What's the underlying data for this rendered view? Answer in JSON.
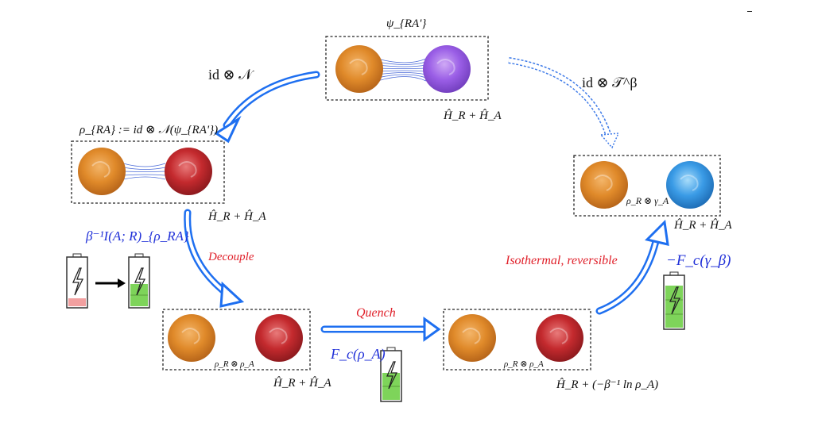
{
  "states": {
    "top": {
      "label": "ψ_{RA'}",
      "hamiltonian": "Ĥ_R + Ĥ_A"
    },
    "left": {
      "label": "ρ_{RA} := id ⊗ 𝒩(ψ_{RA'})",
      "hamiltonian": "Ĥ_R + Ĥ_A"
    },
    "bottom_left": {
      "inner_label": "ρ_R ⊗ ρ_A",
      "hamiltonian": "Ĥ_R + Ĥ_A"
    },
    "bottom_right": {
      "inner_label": "ρ_R ⊗ ρ_A",
      "hamiltonian": "Ĥ_R + (−β⁻¹ ln ρ_A)"
    },
    "right": {
      "inner_label": "ρ_R ⊗ γ_A",
      "hamiltonian": "Ĥ_R + Ĥ_A"
    }
  },
  "arrows": {
    "top_left": "id ⊗ 𝒩",
    "top_right": "id ⊗ 𝒯^β",
    "decouple": "Decouple",
    "quench": "Quench",
    "isothermal": "Isothermal, reversible"
  },
  "work": {
    "mutual_info": "β⁻¹I(A; R)_{ρ_RA}",
    "quench_free_energy": "F_c(ρ_A)",
    "final_free_energy": "−F_c(γ_β)"
  },
  "colors": {
    "orange": "#e08a2a",
    "purple": "#9a5ee6",
    "red": "#c42a2e",
    "blue": "#3a9be6",
    "arrow": "#1e6ff0",
    "battery_green": "#7ed45a",
    "battery_red": "#f2a0a0"
  }
}
